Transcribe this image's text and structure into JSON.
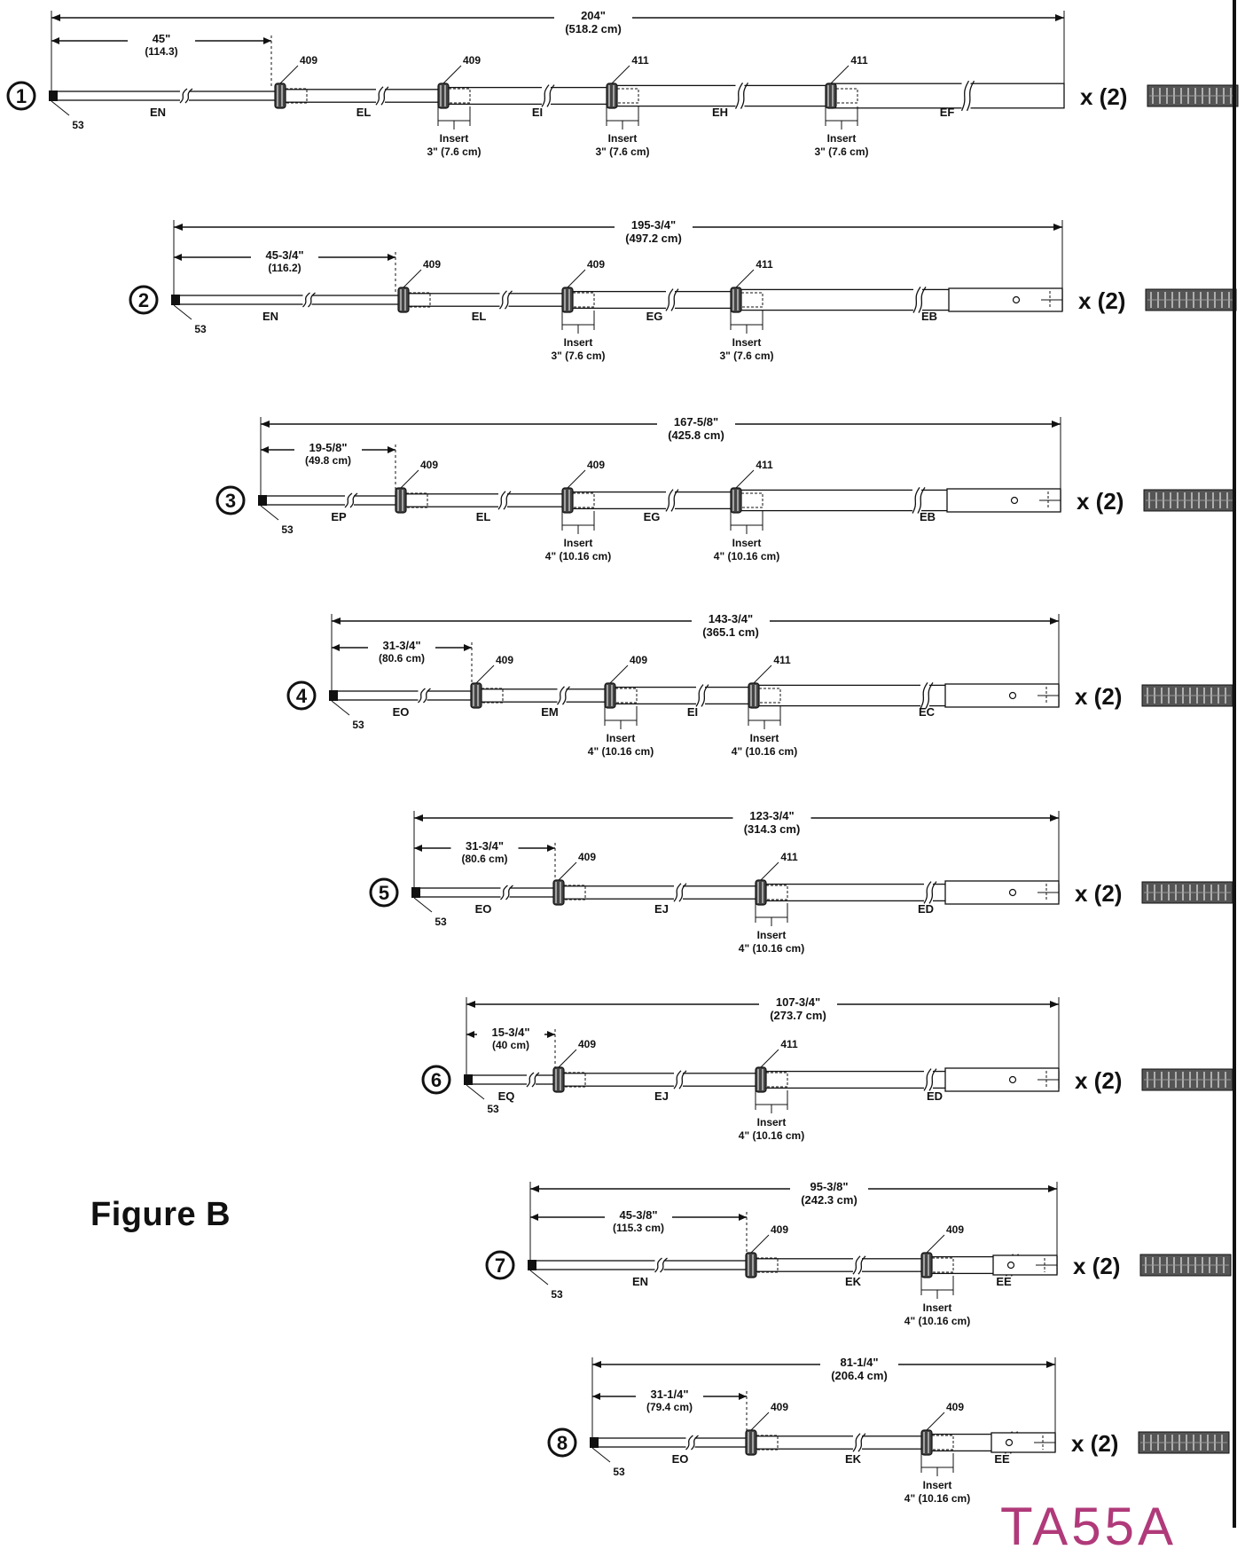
{
  "figure_title": "Figure B",
  "watermark": "TA55A",
  "qty_label": "x (2)",
  "insert_label": "Insert",
  "ref_end": "53",
  "poles": [
    {
      "num": "1",
      "total": "204\"",
      "total_cm": "(518.2 cm)",
      "first": "45\"",
      "first_cm": "(114.3)",
      "sections": [
        "EN",
        "EL",
        "EI",
        "EH",
        "EF"
      ],
      "joints": [
        {
          "id": "409",
          "insert": ""
        },
        {
          "id": "409",
          "insert": "3\" (7.6 cm)"
        },
        {
          "id": "411",
          "insert": "3\" (7.6 cm)"
        },
        {
          "id": "411",
          "insert": "3\" (7.6 cm)"
        }
      ],
      "end_type": "plain"
    },
    {
      "num": "2",
      "total": "195-3/4\"",
      "total_cm": "(497.2 cm)",
      "first": "45-3/4\"",
      "first_cm": "(116.2)",
      "sections": [
        "EN",
        "EL",
        "EG",
        "EB"
      ],
      "joints": [
        {
          "id": "409",
          "insert": ""
        },
        {
          "id": "409",
          "insert": "3\" (7.6 cm)"
        },
        {
          "id": "411",
          "insert": "3\" (7.6 cm)"
        }
      ],
      "end_type": "bracket"
    },
    {
      "num": "3",
      "total": "167-5/8\"",
      "total_cm": "(425.8 cm)",
      "first": "19-5/8\"",
      "first_cm": "(49.8 cm)",
      "sections": [
        "EP",
        "EL",
        "EG",
        "EB"
      ],
      "joints": [
        {
          "id": "409",
          "insert": ""
        },
        {
          "id": "409",
          "insert": "4\" (10.16 cm)"
        },
        {
          "id": "411",
          "insert": "4\" (10.16 cm)"
        }
      ],
      "end_type": "bracket"
    },
    {
      "num": "4",
      "total": "143-3/4\"",
      "total_cm": "(365.1 cm)",
      "first": "31-3/4\"",
      "first_cm": "(80.6 cm)",
      "sections": [
        "EO",
        "EM",
        "EI",
        "EC"
      ],
      "joints": [
        {
          "id": "409",
          "insert": ""
        },
        {
          "id": "409",
          "insert": "4\" (10.16 cm)"
        },
        {
          "id": "411",
          "insert": "4\" (10.16 cm)"
        }
      ],
      "end_type": "bracket"
    },
    {
      "num": "5",
      "total": "123-3/4\"",
      "total_cm": "(314.3 cm)",
      "first": "31-3/4\"",
      "first_cm": "(80.6 cm)",
      "sections": [
        "EO",
        "EJ",
        "ED"
      ],
      "joints": [
        {
          "id": "409",
          "insert": ""
        },
        {
          "id": "411",
          "insert": "4\" (10.16 cm)"
        }
      ],
      "end_type": "bracket"
    },
    {
      "num": "6",
      "total": "107-3/4\"",
      "total_cm": "(273.7 cm)",
      "first": "15-3/4\"",
      "first_cm": "(40 cm)",
      "sections": [
        "EQ",
        "EJ",
        "ED"
      ],
      "joints": [
        {
          "id": "409",
          "insert": ""
        },
        {
          "id": "411",
          "insert": "4\" (10.16 cm)"
        }
      ],
      "end_type": "bracket"
    },
    {
      "num": "7",
      "total": "95-3/8\"",
      "total_cm": "(242.3 cm)",
      "first": "45-3/8\"",
      "first_cm": "(115.3 cm)",
      "sections": [
        "EN",
        "EK",
        "EE"
      ],
      "joints": [
        {
          "id": "409",
          "insert": ""
        },
        {
          "id": "409",
          "insert": "4\" (10.16 cm)"
        }
      ],
      "end_type": "short"
    },
    {
      "num": "8",
      "total": "81-1/4\"",
      "total_cm": "(206.4 cm)",
      "first": "31-1/4\"",
      "first_cm": "(79.4 cm)",
      "sections": [
        "EO",
        "EK",
        "EE"
      ],
      "joints": [
        {
          "id": "409",
          "insert": ""
        },
        {
          "id": "409",
          "insert": "4\" (10.16 cm)"
        }
      ],
      "end_type": "short"
    }
  ]
}
